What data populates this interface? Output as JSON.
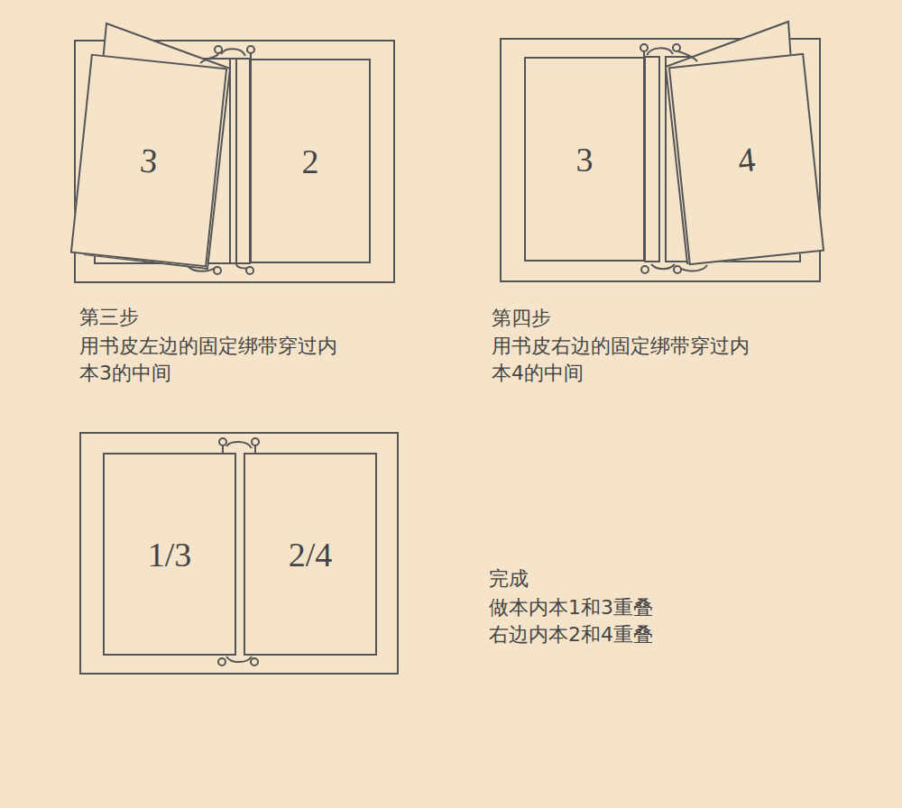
{
  "diagram": {
    "nodes": [
      {
        "text": [
          "3"
        ]
      },
      {
        "text": [
          "2"
        ]
      },
      {
        "text": [
          "3"
        ]
      },
      {
        "text": [
          "4"
        ]
      },
      {
        "text": [
          "1/3"
        ]
      },
      {
        "text": [
          "2/4"
        ]
      }
    ],
    "labels": [
      "第三步",
      "用书皮左边的固定绑带穿过内 本3的中间",
      "第四步",
      "用书皮右边的固定绑带穿过内 本4的中间",
      "完成",
      "做本内本1和3重叠",
      "右边内本2和4重叠"
    ]
  }
}
